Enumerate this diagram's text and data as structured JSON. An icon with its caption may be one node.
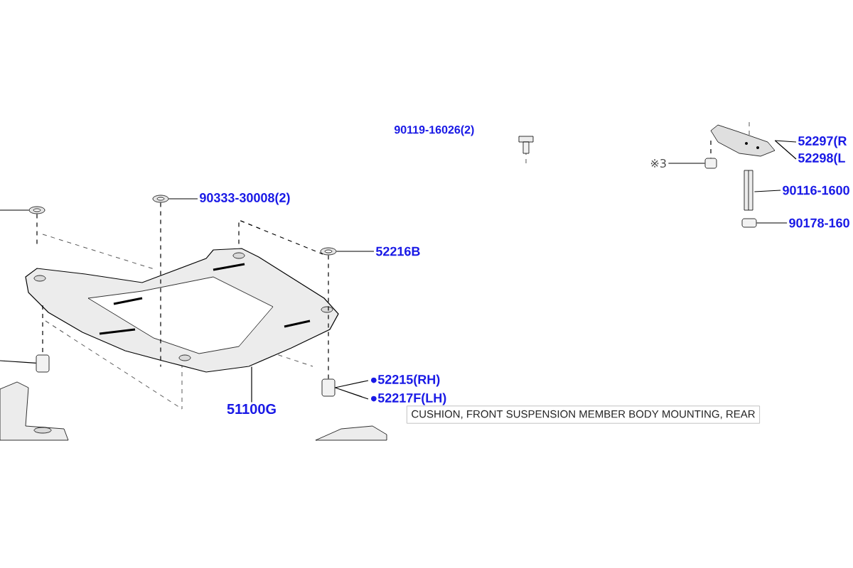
{
  "diagram": {
    "nodes": [
      {
        "text": [
          "90333-30008(2)"
        ]
      },
      {
        "text": [],
        "shape": "picture"
      },
      {
        "text": [
          "52216B"
        ]
      },
      {
        "text": [],
        "shape": "picture"
      },
      {
        "text": [
          "51100G"
        ]
      },
      {
        "text": [],
        "shape": "picture"
      },
      {
        "text": [
          "●52215(RH)"
        ]
      },
      {
        "text": [
          "●52217F(LH)"
        ]
      },
      {
        "text": [],
        "shape": "box"
      },
      {
        "text": [
          "52297(R"
        ]
      },
      {
        "text": [
          "52298(L"
        ]
      },
      {
        "text": [],
        "shape": "picture"
      },
      {
        "text": [
          "※3"
        ]
      },
      {
        "text": [],
        "shape": "box"
      },
      {
        "text": [
          "90116-1600"
        ]
      },
      {
        "text": [],
        "shape": "picture"
      },
      {
        "text": [
          "90178-160"
        ]
      },
      {
        "text": [],
        "shape": "box"
      },
      {
        "text": [],
        "shape": "picture"
      },
      {
        "text": [],
        "shape": "box"
      },
      {
        "text": [
          "CUSHION, FRONT SUSPENSION MEMBER BODY MOUNTING, REAR"
        ]
      }
    ],
    "edges": [
      {
        "from": 0,
        "to": 1,
        "arrow": "none"
      },
      {
        "from": 2,
        "to": 3,
        "arrow": "none"
      },
      {
        "from": 4,
        "to": 5,
        "arrow": "none"
      },
      {
        "from": 6,
        "to": 8,
        "arrow": "none"
      },
      {
        "from": 7,
        "to": 8,
        "arrow": "none"
      },
      {
        "from": 9,
        "to": 11,
        "arrow": "none"
      },
      {
        "from": 10,
        "to": 11,
        "arrow": "none"
      },
      {
        "from": 12,
        "to": 13,
        "arrow": "none"
      },
      {
        "from": 14,
        "to": 15,
        "arrow": "none"
      },
      {
        "from": 16,
        "to": 17,
        "arrow": "none"
      },
      {
        "from": null,
        "to": 18,
        "arrow": "none"
      },
      {
        "from": null,
        "to": 19,
        "arrow": "none"
      },
      {
        "from": 1,
        "to": 5,
        "arrow": "none",
        "style": "dashed"
      },
      {
        "from": 3,
        "to": 8,
        "arrow": "none",
        "style": "dashed"
      },
      {
        "from": 18,
        "to": 5,
        "arrow": "none",
        "style": "dashed"
      },
      {
        "from": 5,
        "to": 19,
        "arrow": "none",
        "style": "dashed"
      },
      {
        "from": 11,
        "to": 13,
        "arrow": "none",
        "style": "dashed"
      },
      {
        "from": 5,
        "to": 3,
        "arrow": "none",
        "style": "dashed"
      }
    ],
    "labels": [
      "90119-16026(2)"
    ]
  }
}
